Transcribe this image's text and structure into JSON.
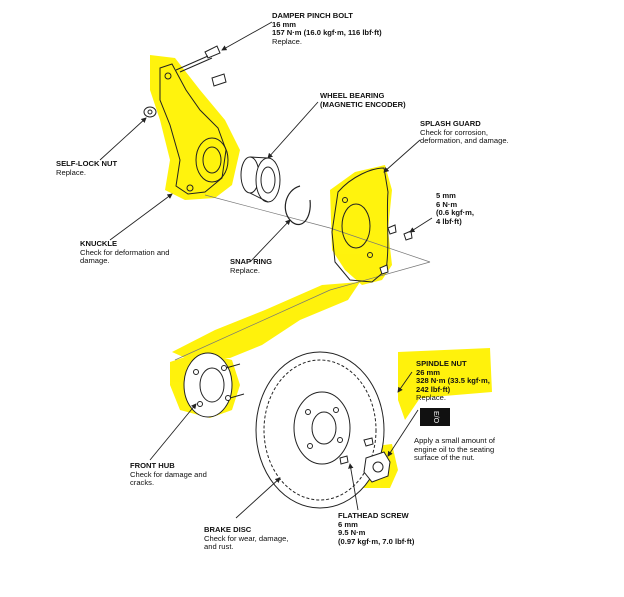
{
  "labels": {
    "damper_pinch_bolt": {
      "title": "DAMPER PINCH BOLT",
      "lines": [
        "16 mm",
        "157 N·m (16.0 kgf·m, 116 lbf·ft)",
        "Replace."
      ]
    },
    "wheel_bearing": {
      "title": "WHEEL BEARING",
      "lines": [
        "(MAGNETIC ENCODER)"
      ]
    },
    "splash_guard": {
      "title": "SPLASH GUARD",
      "lines": [
        "Check for corrosion,",
        "deformation, and damage."
      ]
    },
    "self_lock_nut": {
      "title": "SELF-LOCK NUT",
      "lines": [
        "Replace."
      ]
    },
    "bolt_5mm": {
      "title": "5 mm",
      "lines": [
        "6 N·m",
        "(0.6 kgf·m,",
        "4 lbf·ft)"
      ]
    },
    "knuckle": {
      "title": "KNUCKLE",
      "lines": [
        "Check for deformation and",
        "damage."
      ]
    },
    "snap_ring": {
      "title": "SNAP RING",
      "lines": [
        "Replace."
      ]
    },
    "spindle_nut": {
      "title": "SPINDLE NUT",
      "lines": [
        "26 mm",
        "328 N·m (33.5 kgf·m,",
        "242 lbf·ft)",
        "Replace."
      ]
    },
    "apply_oil": {
      "title": "",
      "lines": [
        "Apply a small amount of",
        "engine oil to the seating",
        "surface of the nut."
      ]
    },
    "front_hub": {
      "title": "FRONT HUB",
      "lines": [
        "Check for damage and",
        "cracks."
      ]
    },
    "flathead_screw": {
      "title": "FLATHEAD SCREW",
      "lines": [
        "6 mm",
        "9.5 N·m",
        "(0.97 kgf·m, 7.0 lbf·ft)"
      ]
    },
    "brake_disc": {
      "title": "BRAKE DISC",
      "lines": [
        "Check for wear, damage,",
        "and rust."
      ]
    }
  },
  "oil_badge": "E/O",
  "colors": {
    "highlight": "#fff200",
    "line": "#222222"
  }
}
